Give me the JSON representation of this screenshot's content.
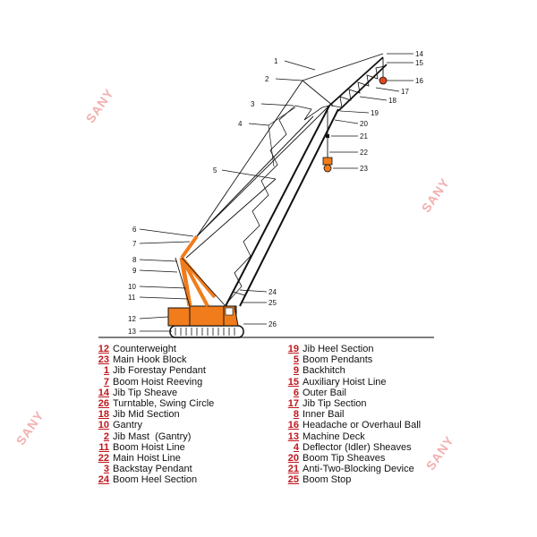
{
  "watermarks": [
    "SANY",
    "SANY",
    "SANY",
    "SANY"
  ],
  "diagram": {
    "callouts": [
      "1",
      "2",
      "3",
      "4",
      "5",
      "6",
      "7",
      "8",
      "9",
      "10",
      "11",
      "12",
      "13",
      "14",
      "15",
      "16",
      "17",
      "18",
      "19",
      "20",
      "21",
      "22",
      "23",
      "24",
      "25",
      "26"
    ],
    "colors": {
      "crane_body": "#f07c1c",
      "boom_lines": "#111111",
      "ground": "#555555",
      "hook_ball": "#e0471e",
      "number_red": "#c0151b",
      "watermark": "#f3b0b0"
    }
  },
  "legend": {
    "left": [
      {
        "num": "12",
        "label": "Counterweight"
      },
      {
        "num": "23",
        "label": "Main Hook Block"
      },
      {
        "num": "1",
        "label": "Jib Forestay Pendant"
      },
      {
        "num": "7",
        "label": "Boom Hoist Reeving"
      },
      {
        "num": "14",
        "label": "Jib Tip Sheave"
      },
      {
        "num": "26",
        "label": "Turntable, Swing Circle"
      },
      {
        "num": "18",
        "label": "Jib Mid Section"
      },
      {
        "num": "10",
        "label": "Gantry"
      },
      {
        "num": "2",
        "label": "Jib Mast  (Gantry)"
      },
      {
        "num": "11",
        "label": "Boom Hoist Line"
      },
      {
        "num": "22",
        "label": "Main Hoist Line"
      },
      {
        "num": "3",
        "label": "Backstay Pendant"
      },
      {
        "num": "24",
        "label": "Boom Heel Section"
      }
    ],
    "right": [
      {
        "num": "19",
        "label": "Jib Heel Section"
      },
      {
        "num": "5",
        "label": "Boom Pendants"
      },
      {
        "num": "9",
        "label": "Backhitch"
      },
      {
        "num": "15",
        "label": "Auxiliary Hoist Line"
      },
      {
        "num": "6",
        "label": "Outer Bail"
      },
      {
        "num": "17",
        "label": "Jib Tip Section"
      },
      {
        "num": "8",
        "label": "Inner Bail"
      },
      {
        "num": "16",
        "label": "Headache or Overhaul Ball"
      },
      {
        "num": "13",
        "label": "Machine Deck"
      },
      {
        "num": "4",
        "label": "Deflector (Idler) Sheaves"
      },
      {
        "num": "20",
        "label": "Boom Tip Sheaves"
      },
      {
        "num": "21",
        "label": "Anti-Two-Blocking Device"
      },
      {
        "num": "25",
        "label": "Boom Stop"
      }
    ]
  }
}
